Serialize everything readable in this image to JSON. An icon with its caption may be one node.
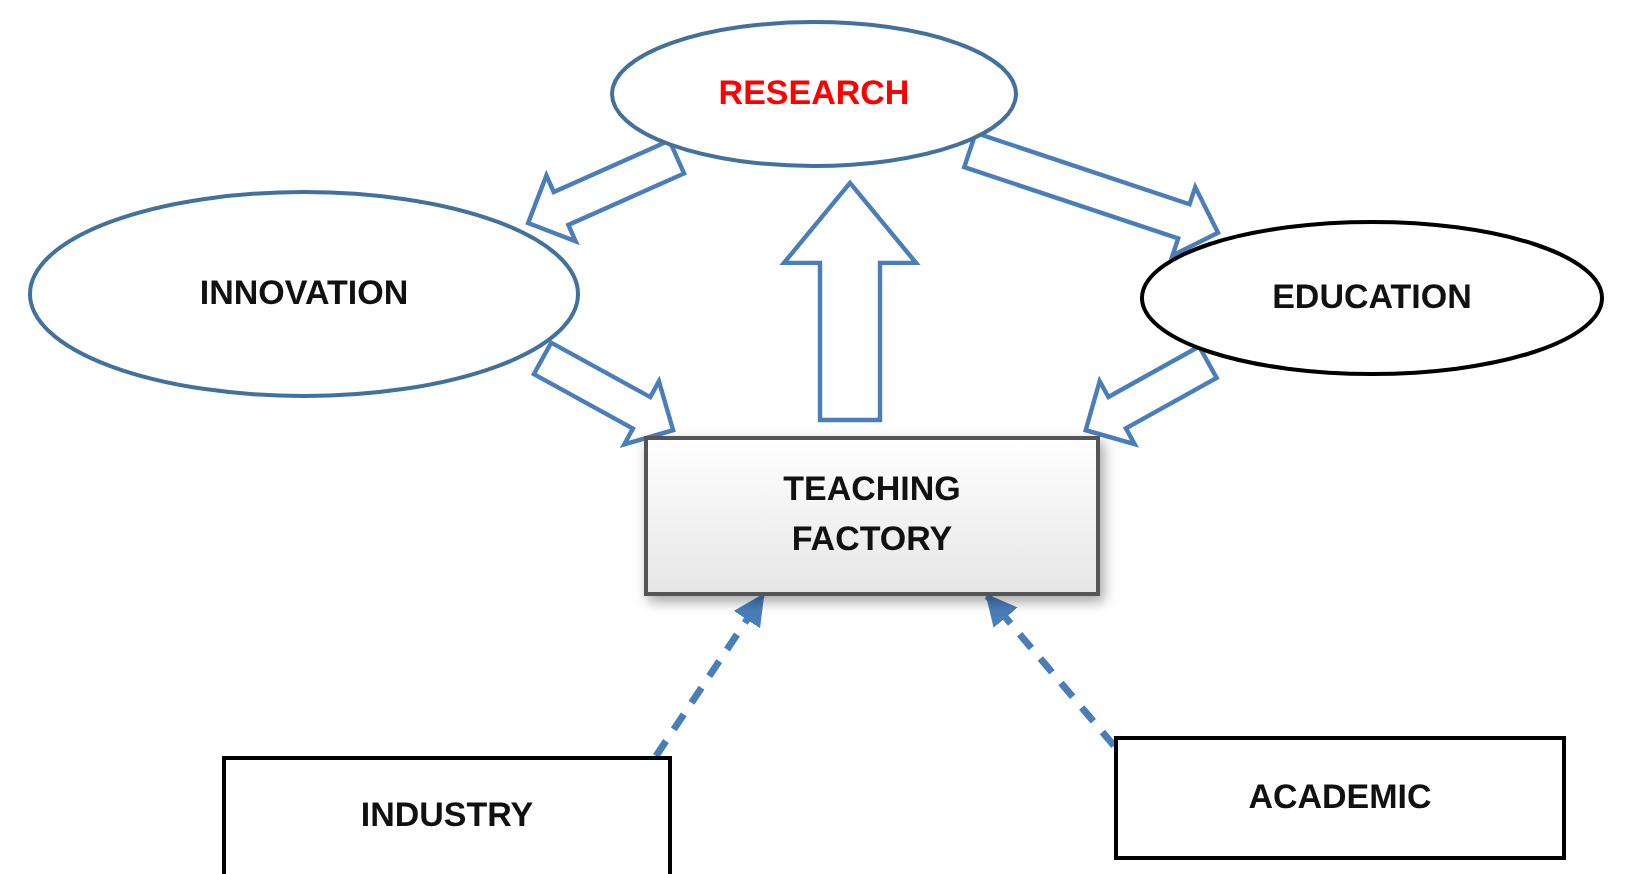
{
  "diagram": {
    "nodes": [
      {
        "text": [
          "RESEARCH"
        ]
      },
      {
        "text": [
          "INNOVATION"
        ]
      },
      {
        "text": [
          "EDUCATION"
        ]
      },
      {
        "text": [
          "TEACHING FACTORY"
        ]
      },
      {
        "text": [
          "INDUSTRY"
        ]
      },
      {
        "text": [
          "ACADEMIC"
        ]
      }
    ],
    "edges": [
      {
        "from": 0,
        "to": 1,
        "arrow": "to",
        "style": "thick"
      },
      {
        "from": 0,
        "to": 2,
        "arrow": "to",
        "style": "thick"
      },
      {
        "from": 3,
        "to": 0,
        "arrow": "to",
        "style": "thick"
      },
      {
        "from": 1,
        "to": 3,
        "arrow": "to",
        "style": "thick"
      },
      {
        "from": 2,
        "to": 3,
        "arrow": "to",
        "style": "thick"
      },
      {
        "from": 4,
        "to": 3,
        "arrow": "to",
        "style": "dashed"
      },
      {
        "from": 5,
        "to": 3,
        "arrow": "to",
        "style": "dashed"
      }
    ]
  }
}
